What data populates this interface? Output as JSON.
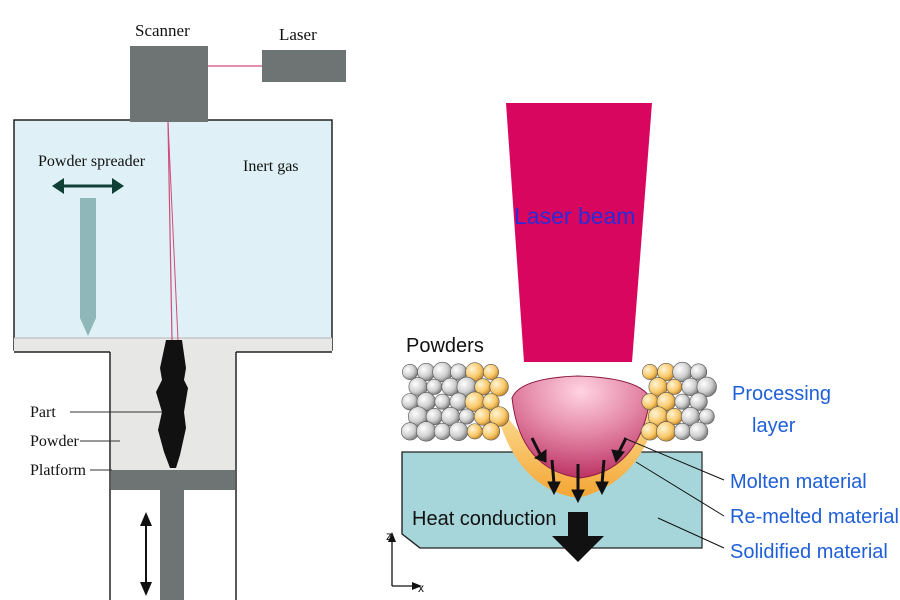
{
  "left_diagram": {
    "scanner_label": "Scanner",
    "laser_label": "Laser",
    "powder_spreader_label": "Powder spreader",
    "inert_gas_label": "Inert gas",
    "part_label": "Part",
    "powder_label": "Powder",
    "platform_label": "Platform",
    "colors": {
      "chamber_fill": "#dff1f6",
      "gray_block": "#6d7473",
      "powder_fill": "#e7e7e6",
      "laser_line": "#d14b7c",
      "spreader_fill": "#8fb7ba"
    }
  },
  "right_diagram": {
    "laser_beam_label": "Laser beam",
    "powders_label": "Powders",
    "processing_layer_label_line1": "Processing",
    "processing_layer_label_line2": "layer",
    "molten_material_label": "Molten material",
    "remelted_material_label": "Re-melted material",
    "solidified_material_label": "Solidified material",
    "heat_conduction_label": "Heat conduction",
    "axis_z_label": "z",
    "axis_x_label": "x",
    "colors": {
      "beam": "#d9065f",
      "beam_text": "#2b2bd6",
      "substrate": "#a7d6da",
      "label_blue": "#1f5fd8",
      "remelt_orange": "#f7b13d"
    }
  }
}
